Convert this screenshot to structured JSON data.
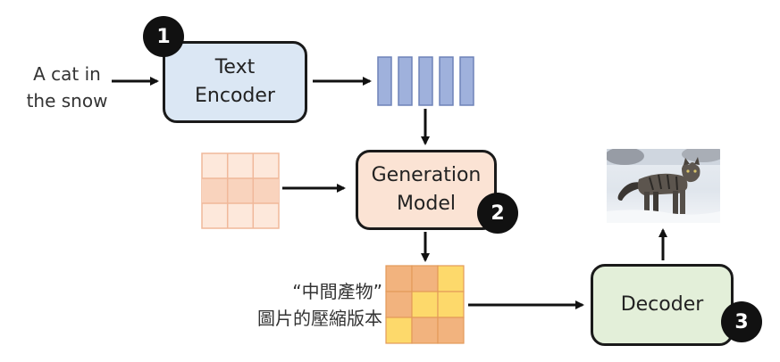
{
  "input_text": "A cat in\nthe snow",
  "text_encoder": {
    "label": "Text\nEncoder",
    "step": "1"
  },
  "generation_model": {
    "label": "Generation\nModel",
    "step": "2"
  },
  "decoder": {
    "label": "Decoder",
    "step": "3"
  },
  "intermediate_caption": "“中間產物”\n圖片的壓縮版本",
  "colors": {
    "text_encoder_fill": "#dbe7f4",
    "generation_fill": "#fbe3d4",
    "decoder_fill": "#e3efd9",
    "token_fill": "#9fb1dc",
    "noise_grid_fill": "#fbe2d2",
    "noise_grid_line": "#f0b89a",
    "latent_orange": "#f2b37e",
    "latent_yellow": "#fdd96b",
    "latent_line": "#e8a060"
  }
}
